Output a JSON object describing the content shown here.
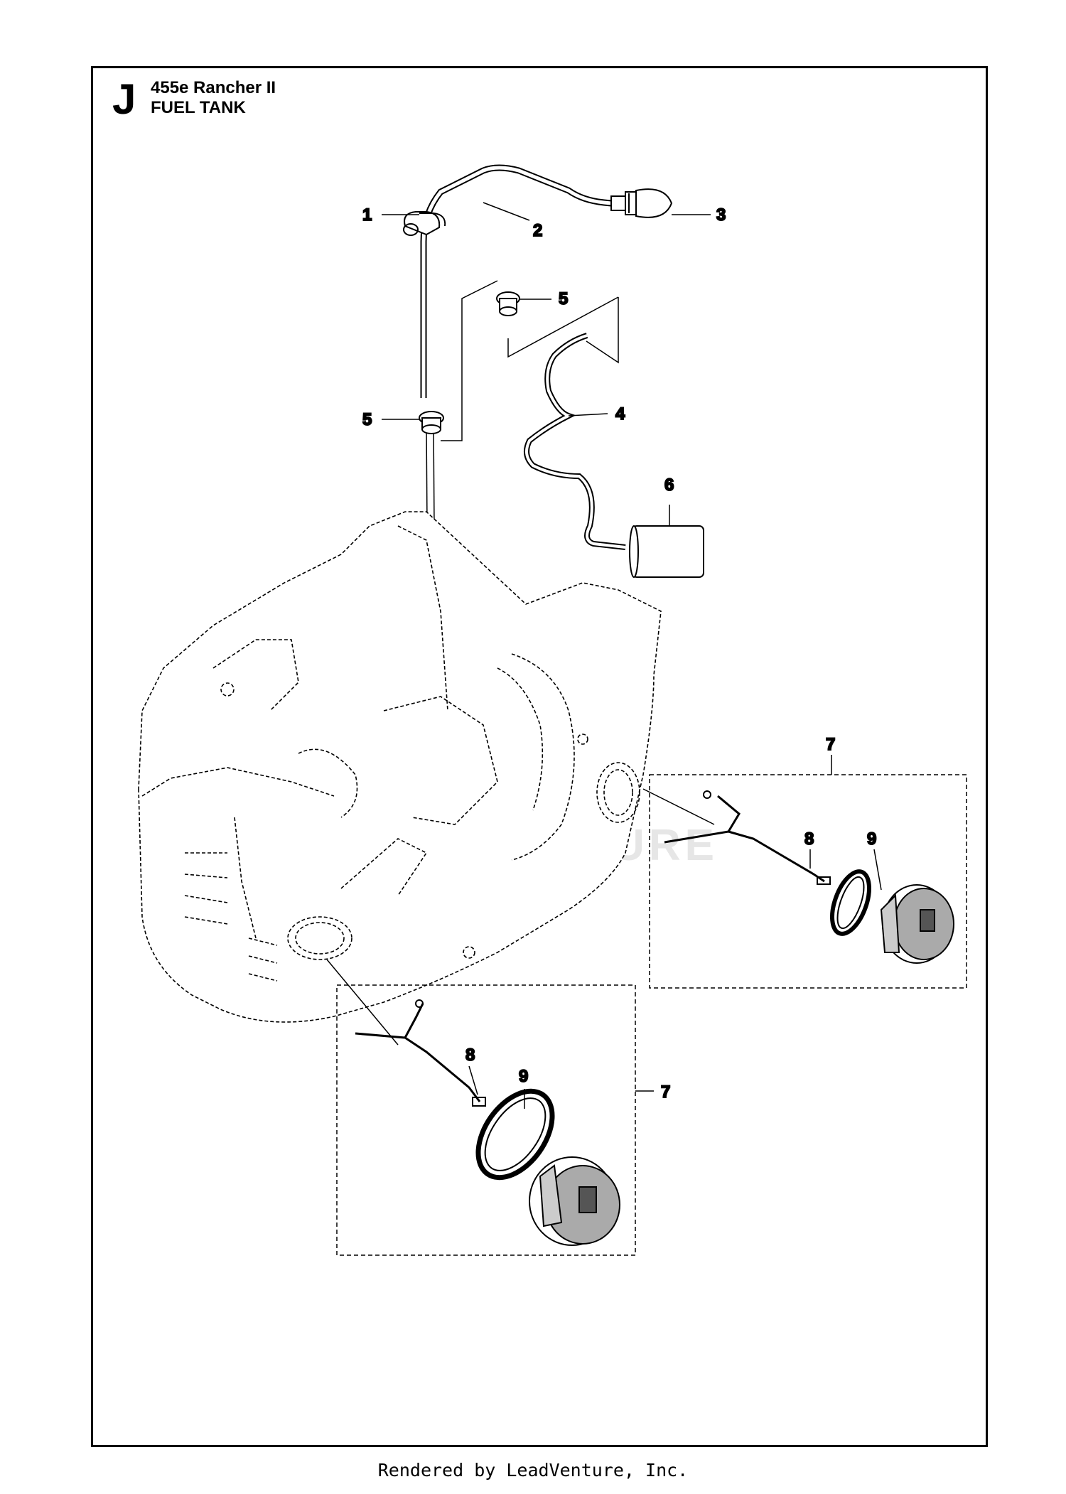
{
  "header": {
    "section_letter": "J",
    "model": "455e Rancher II",
    "section_title": "FUEL TANK"
  },
  "callouts": {
    "c1": "1",
    "c2": "2",
    "c3": "3",
    "c4": "4",
    "c5a": "5",
    "c5b": "5",
    "c6": "6",
    "c7a": "7",
    "c7b": "7",
    "c8a": "8",
    "c8b": "8",
    "c9a": "9",
    "c9b": "9"
  },
  "watermark": "LEADVENTURE",
  "footer": "Rendered by LeadVenture, Inc."
}
